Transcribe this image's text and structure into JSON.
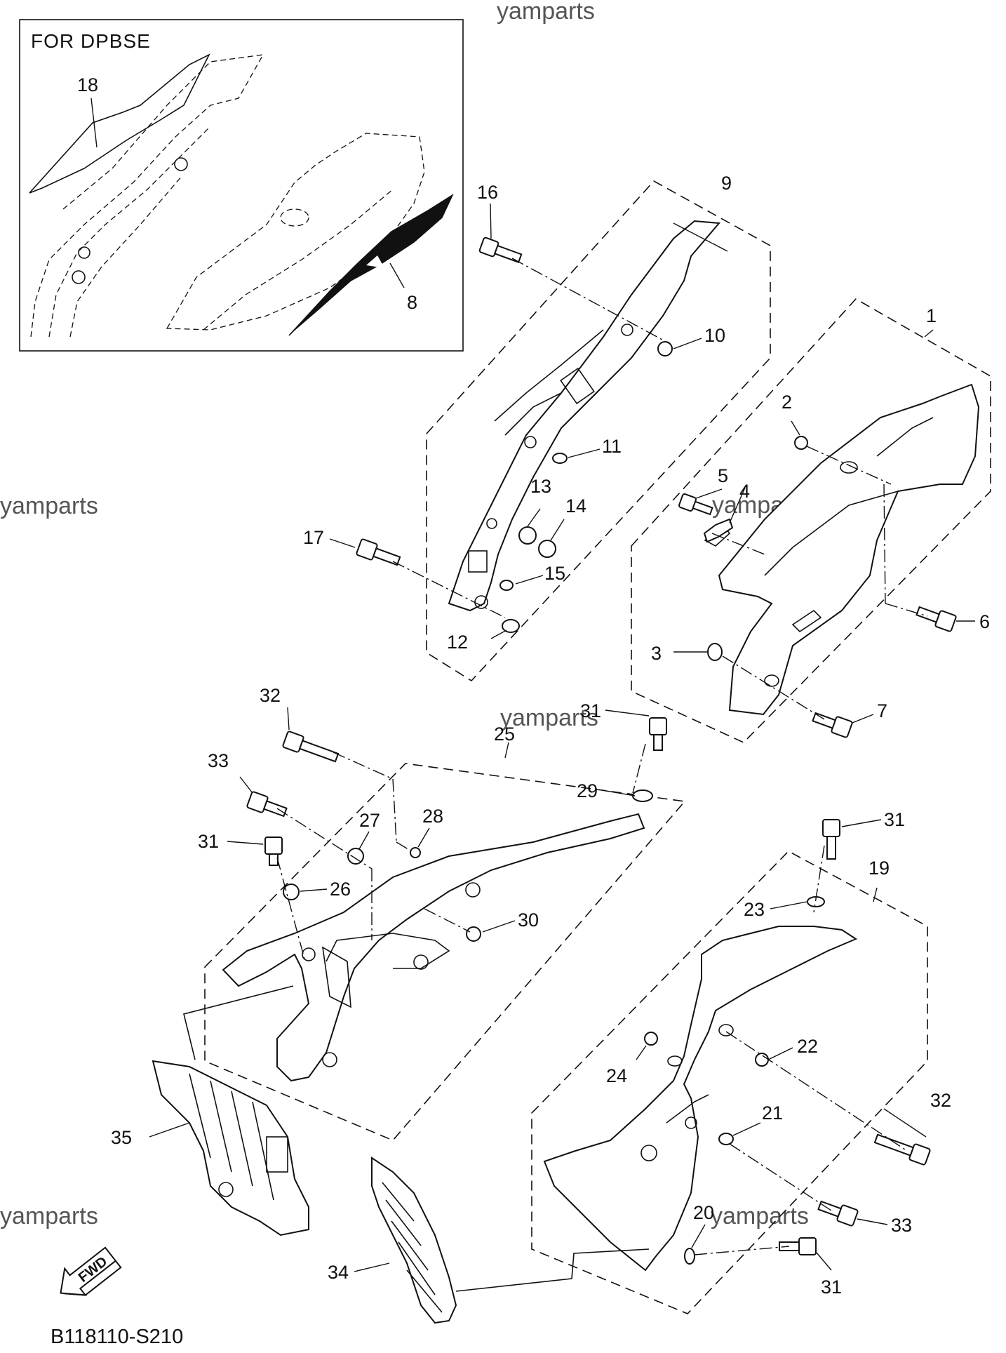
{
  "watermarks": [
    "yamparts",
    "yamparts",
    "yamparts",
    "yamparts",
    "yamparts",
    "yamparts"
  ],
  "inset": {
    "title": "FOR DPBSE",
    "labels": [
      "18",
      "8"
    ]
  },
  "callouts": [
    "1",
    "2",
    "3",
    "4",
    "5",
    "6",
    "7",
    "9",
    "10",
    "11",
    "12",
    "13",
    "14",
    "15",
    "16",
    "17",
    "19",
    "20",
    "21",
    "22",
    "23",
    "24",
    "25",
    "26",
    "27",
    "28",
    "29",
    "30",
    "31",
    "31",
    "31",
    "31",
    "32",
    "32",
    "33",
    "33",
    "34",
    "35"
  ],
  "fwd_badge": "FWD",
  "diagram_code": "B118110-S210"
}
